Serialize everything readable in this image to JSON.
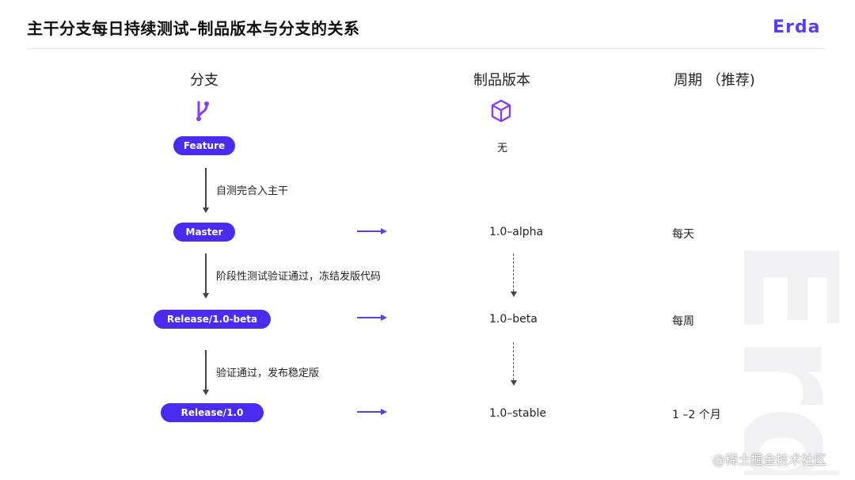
{
  "header": {
    "title": "主干分支每日持续测试–制品版本与分支的关系",
    "logo_text": "Erda"
  },
  "columns": {
    "branch": "分支",
    "artifact": "制品版本",
    "cycle": "周期 （推荐)"
  },
  "icons": {
    "branch": "git-branch-icon",
    "artifact": "package-cube-icon",
    "accent_color": "#5b3cf5"
  },
  "branches": [
    {
      "label": "Feature"
    },
    {
      "label": "Master"
    },
    {
      "label": "Release/1.0-beta"
    },
    {
      "label": "Release/1.0"
    }
  ],
  "transitions": [
    "自测完合入主干",
    "阶段性测试验证通过，冻结发版代码",
    "验证通过，发布稳定版"
  ],
  "artifacts": [
    "无",
    "1.0–alpha",
    "1.0–beta",
    "1.0–stable"
  ],
  "cycles": [
    "每天",
    "每周",
    "1 –2 个月"
  ],
  "watermark": "Erda",
  "footer": "@稀土掘金技术社区"
}
